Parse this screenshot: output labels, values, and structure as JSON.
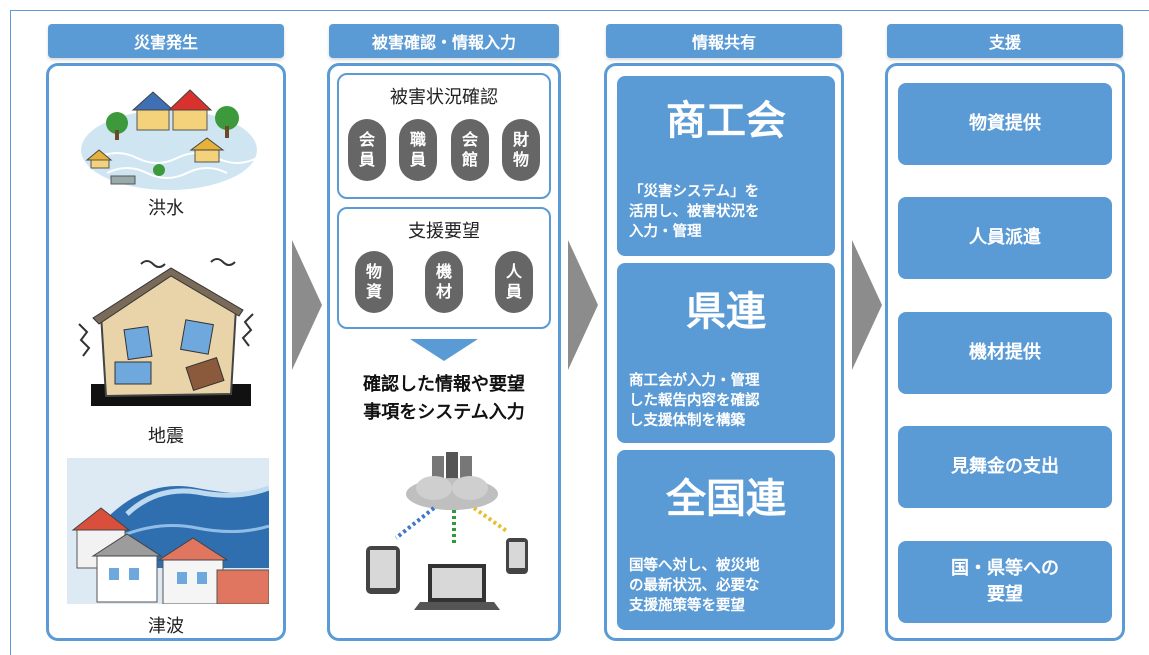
{
  "columns": {
    "disaster": {
      "header": "災害発生",
      "items": [
        "洪水",
        "地震",
        "津波"
      ]
    },
    "input": {
      "header": "被害確認・情報入力",
      "damage_check": {
        "title": "被害状況確認",
        "pills": [
          [
            "会",
            "員"
          ],
          [
            "職",
            "員"
          ],
          [
            "会",
            "館"
          ],
          [
            "財",
            "物"
          ]
        ]
      },
      "support_request": {
        "title": "支援要望",
        "pills": [
          [
            "物",
            "資"
          ],
          [
            "機",
            "材"
          ],
          [
            "人",
            "員"
          ]
        ]
      },
      "instruction_lines": [
        "確認した情報や要望",
        "事項をシステム入力"
      ]
    },
    "share": {
      "header": "情報共有",
      "boxes": [
        {
          "title": "商工会",
          "desc": [
            "「災害システム」を",
            "活用し、被害状況を",
            "入力・管理"
          ]
        },
        {
          "title": "県連",
          "desc": [
            "商工会が入力・管理",
            "した報告内容を確認",
            "し支援体制を構築"
          ]
        },
        {
          "title": "全国連",
          "desc": [
            "国等へ対し、被災地",
            "の最新状況、必要な",
            "支援施策等を要望"
          ]
        }
      ]
    },
    "support": {
      "header": "支援",
      "items": [
        [
          "物資提供"
        ],
        [
          "人員派遣"
        ],
        [
          "機材提供"
        ],
        [
          "見舞金の支出"
        ],
        [
          "国・県等への",
          "要望"
        ]
      ]
    }
  },
  "colors": {
    "accent": "#5b9bd5",
    "pill": "#666666",
    "arrow": "#8c8c8c"
  }
}
